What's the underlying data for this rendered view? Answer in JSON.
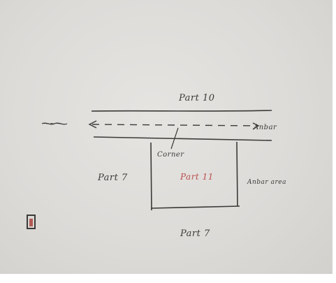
{
  "labels": {
    "top_part": "Part 10",
    "left_road": "~~~",
    "right_road": "Anbar",
    "corner": "Corner",
    "left_part": "Part 7",
    "center_part": "Part 11",
    "right_area": "Anbar area",
    "bottom_part": "Part 7"
  },
  "colors": {
    "ink": "#3b3a38",
    "red_ink": "#b8504e",
    "paper": "#dddbd8"
  }
}
